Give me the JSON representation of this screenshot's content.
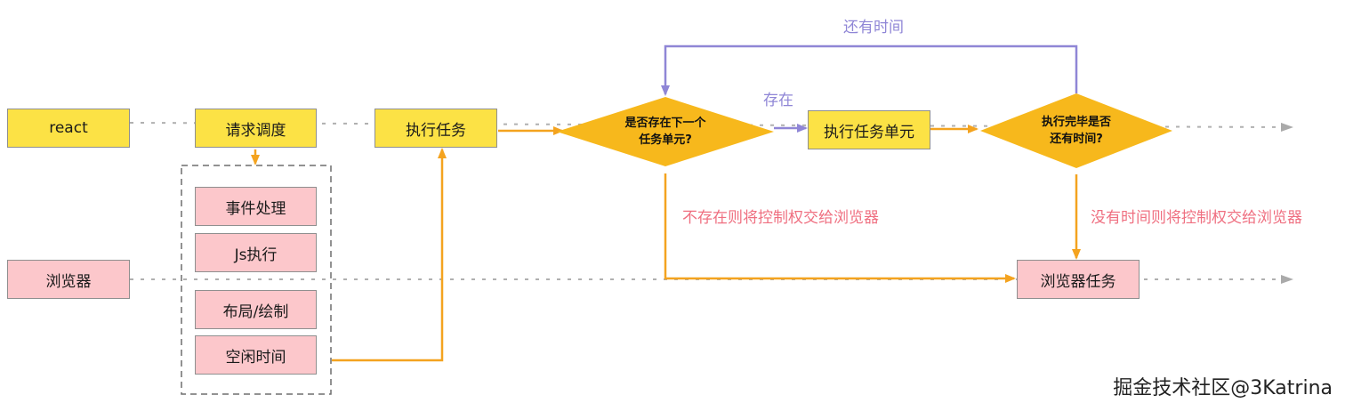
{
  "nodes": {
    "react": "react",
    "schedule": "请求调度",
    "event": "事件处理",
    "js": "Js执行",
    "layout": "布局/绘制",
    "idle": "空闲时间",
    "browser": "浏览器",
    "execute": "执行任务",
    "exec_unit": "执行任务单元",
    "browser_task": "浏览器任务"
  },
  "decisions": {
    "has_next_line1": "是否存在下一个",
    "has_next_line2": "任务单元?",
    "time_left_line1": "执行完毕是否",
    "time_left_line2": "还有时间?"
  },
  "edge_labels": {
    "time_left": "还有时间",
    "exists": "存在",
    "not_exists": "不存在则将控制权交给浏览器",
    "no_time": "没有时间则将控制权交给浏览器"
  },
  "watermark": "掘金技术社区@3Katrina",
  "colors": {
    "yellow": "#fce245",
    "pink": "#fcc7cb",
    "orange": "#f4a31f",
    "purple": "#8f86d6",
    "red_text": "#ef6f80",
    "diamond": "#f7b81c"
  }
}
